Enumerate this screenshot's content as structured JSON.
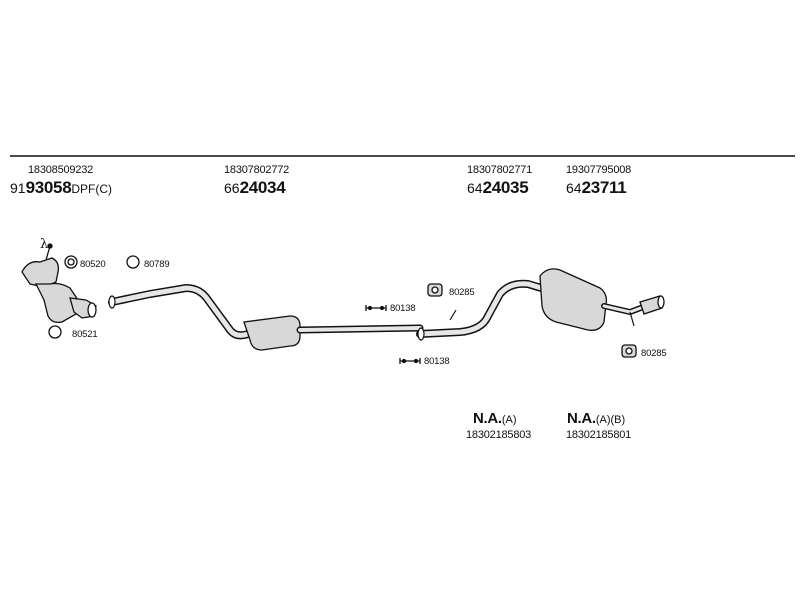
{
  "groups": [
    {
      "oem": "18308509232",
      "prefix": "91",
      "number": "93058",
      "suffix": "DPF(C)"
    },
    {
      "oem": "18307802772",
      "prefix": "66",
      "number": "24034",
      "suffix": ""
    },
    {
      "oem": "18307802771",
      "prefix": "64",
      "number": "24035",
      "suffix": ""
    },
    {
      "oem": "19307795008",
      "prefix": "64",
      "number": "23711",
      "suffix": ""
    }
  ],
  "parts": {
    "p80520": "80520",
    "p80789": "80789",
    "p80521": "80521",
    "p80138a": "80138",
    "p80138b": "80138",
    "p80285a": "80285",
    "p80285b": "80285"
  },
  "lambda_symbol": "λ",
  "na_items": [
    {
      "label": "N.A.",
      "suffix": "(A)",
      "oem": "18302185803"
    },
    {
      "label": "N.A.",
      "suffix": "(A)(B)",
      "oem": "18302185801"
    }
  ],
  "colors": {
    "line": "#111111",
    "background": "#ffffff",
    "part_fill": "#d8d8d8"
  }
}
